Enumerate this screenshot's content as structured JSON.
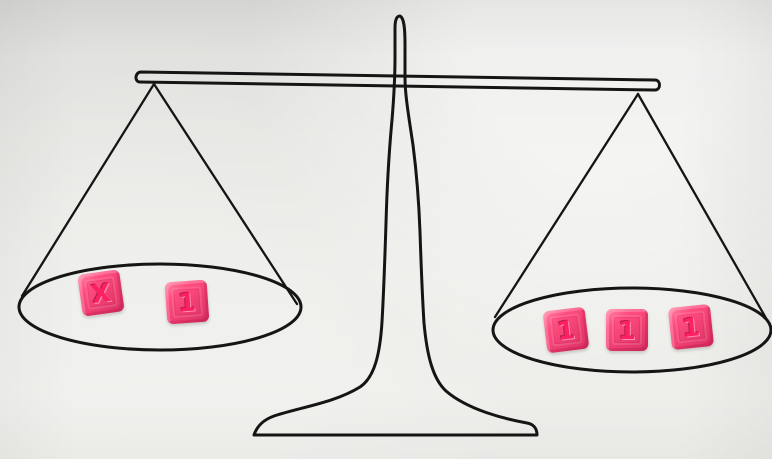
{
  "colors": {
    "paper": "#e9e9e6",
    "line": "#151515",
    "tile": "#ff4f80"
  },
  "left_pan": {
    "tiles": [
      "X",
      "1"
    ]
  },
  "right_pan": {
    "tiles": [
      "1",
      "1",
      "1"
    ]
  }
}
